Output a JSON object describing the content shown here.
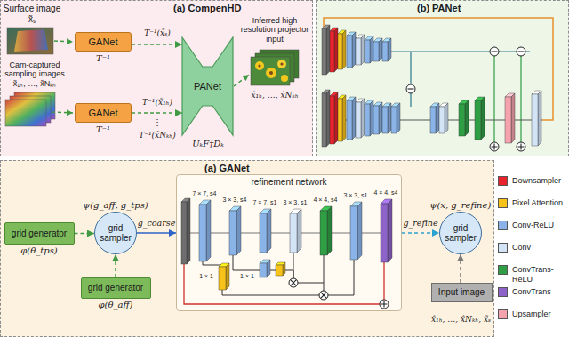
{
  "diagram": {
    "nodes": [
      {
        "text": [
          "(a) CompenHD"
        ]
      },
      {
        "text": [
          "GANet"
        ],
        "in": 0
      },
      {
        "text": [
          "GANet"
        ],
        "in": 0
      },
      {
        "text": [
          "PANet"
        ],
        "in": 0
      },
      {
        "text": [
          "(b) PANet"
        ]
      },
      {
        "text": [
          "(a) GANet"
        ]
      },
      {
        "text": [
          "grid generator",
          "φ(θ_tps)"
        ],
        "in": 5
      },
      {
        "text": [
          "grid sampler",
          "ψ(g_aff, g_tps)"
        ],
        "in": 5
      },
      {
        "text": [
          "grid generator",
          "φ(θ_aff)"
        ],
        "in": 5
      },
      {
        "text": [
          "refinement network"
        ],
        "in": 5
      },
      {
        "text": [
          "grid sampler",
          "ψ(x, g_refine)"
        ],
        "in": 5
      },
      {
        "text": [
          "Input image"
        ],
        "in": 5
      }
    ],
    "edges": [
      {
        "from": 1,
        "to": 3,
        "arrow": "to"
      },
      {
        "from": 2,
        "to": 3,
        "arrow": "to"
      },
      {
        "from": 6,
        "to": 7,
        "arrow": "to"
      },
      {
        "from": 8,
        "to": 7,
        "arrow": "to"
      },
      {
        "from": 7,
        "to": 9,
        "label": "g_coarse",
        "arrow": "to"
      },
      {
        "from": 9,
        "to": 10,
        "label": "g_refine",
        "arrow": "to"
      },
      {
        "from": 11,
        "to": 10,
        "arrow": "to"
      }
    ],
    "labels": [
      "Surface image x̃ₛ",
      "Cam-captured sampling images x̃₁ₕ, …, x̃Nₖₕ",
      "T⁻¹",
      "T⁻¹",
      "T⁻¹(x̃ₛ)",
      "T⁻¹(x̃₁ₕ)",
      "⋮",
      "T⁻¹(x̃Nₖₕ)",
      "UₖF†Dₖ",
      "Inferred high resolution projector input",
      "x̂₁ₕ, …, x̂Nₖₕ",
      "7 × 7, s4",
      "3 × 3, s4",
      "7 × 7, s1",
      "3 × 3, s1",
      "4 × 4, s4",
      "3 × 3, s1",
      "4 × 4, s4",
      "1 × 1",
      "1 × 1",
      "x̂₁ₕ, …, x̂Nₖₕ, x̃ₛ"
    ],
    "legend": [
      {
        "text": "Downsampler",
        "color": "#e8232b"
      },
      {
        "text": "Pixel Attention",
        "color": "#f7c21a"
      },
      {
        "text": "Conv-ReLU",
        "color": "#8ab4e8"
      },
      {
        "text": "Conv",
        "color": "#d4e4f7"
      },
      {
        "text": "ConvTrans-ReLU",
        "color": "#2f9e44"
      },
      {
        "text": "ConvTrans",
        "color": "#8e63c9"
      },
      {
        "text": "Upsampler",
        "color": "#f4a3ae"
      }
    ]
  }
}
